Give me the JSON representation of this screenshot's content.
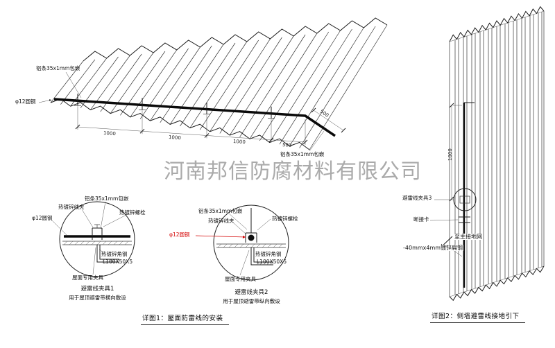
{
  "watermark": "河南邦信防腐材料有限公司",
  "fig1": {
    "caption": "详图1：屋面防雷线的安装",
    "iso": {
      "strip_top": "铝条35x1mm包嵌",
      "round_steel": "φ12圆钢",
      "strip_right": "铝条35x1mm包嵌",
      "dims": [
        "1000",
        "1000",
        "1000",
        "500"
      ],
      "slope_dim": "500"
    },
    "c1": {
      "title": "避雷线夹具1",
      "subtitle": "用于屋顶避雷带横向敷设",
      "wire_clip": "热镀锌线夹",
      "strip": "铝条35x1mm包嵌",
      "bolt": "热镀锌螺栓",
      "round_steel": "φ12圆钢",
      "angle": "热镀锌角钢",
      "angle_size": "L100X50X5",
      "roof_clamp": "屋面专用夹具"
    },
    "c2": {
      "title": "避雷线夹具2",
      "subtitle": "用于屋顶避雷带纵向敷设",
      "wire_clip": "热镀锌线夹",
      "strip": "铝条35x1mm包嵌",
      "bolt": "热镀锌螺栓",
      "round_steel": "φ12圆钢",
      "angle": "热镀锌角钢",
      "angle_size": "L100X50X5",
      "roof_clamp": "屋面专用夹具"
    }
  },
  "fig2": {
    "caption": "详图2：侧墙避雷线接地引下",
    "dim": "1000",
    "clamp3": "避雷线夹具3",
    "disconnect": "断接卡",
    "to_ground": "至主接地网",
    "flat_steel": "-40mmx4mm镀锌扁钢"
  }
}
